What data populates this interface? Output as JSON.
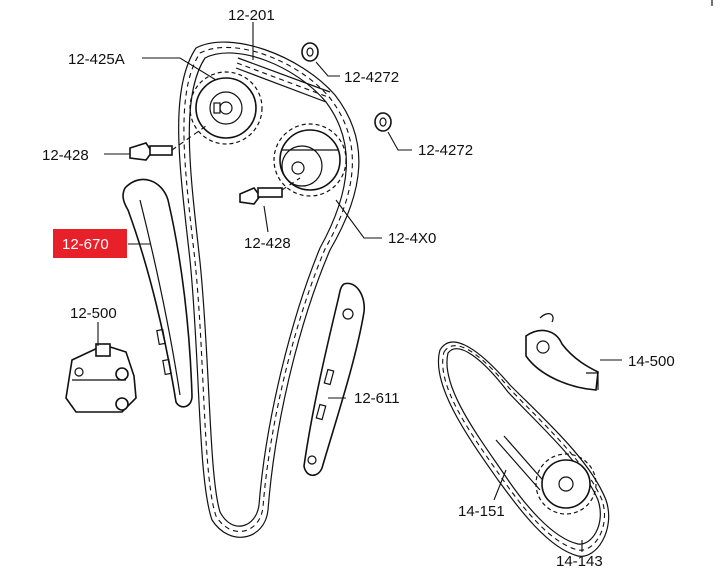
{
  "labels": {
    "p12_201": "12-201",
    "p12_425A": "12-425A",
    "p12_4272_top": "12-4272",
    "p12_4272_mid": "12-4272",
    "p12_428_left": "12-428",
    "p12_428_mid": "12-428",
    "p12_4X0": "12-4X0",
    "p12_670": "12-670",
    "p12_500": "12-500",
    "p12_611": "12-611",
    "p14_500": "14-500",
    "p14_151": "14-151",
    "p14_143": "14-143"
  },
  "colors": {
    "highlight": "#e8202a",
    "line": "#111111"
  }
}
